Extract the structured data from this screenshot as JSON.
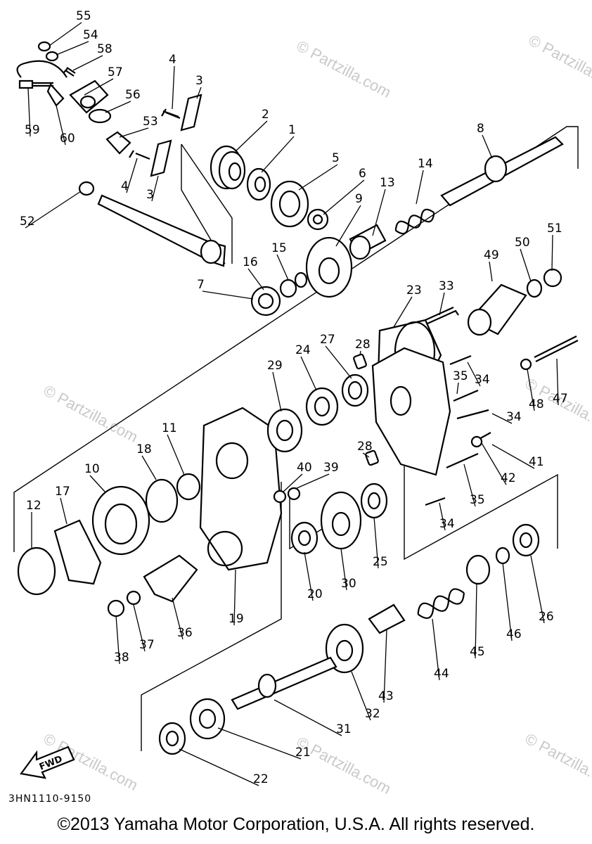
{
  "diagram": {
    "part_numbers": [
      "1",
      "2",
      "3",
      "4",
      "5",
      "6",
      "7",
      "8",
      "9",
      "10",
      "11",
      "12",
      "13",
      "14",
      "15",
      "16",
      "17",
      "18",
      "19",
      "20",
      "21",
      "22",
      "23",
      "24",
      "25",
      "26",
      "27",
      "28",
      "29",
      "30",
      "31",
      "32",
      "33",
      "34",
      "35",
      "36",
      "37",
      "38",
      "39",
      "40",
      "41",
      "42",
      "43",
      "44",
      "45",
      "46",
      "47",
      "48",
      "49",
      "50",
      "51",
      "52",
      "53",
      "54",
      "55",
      "56",
      "57",
      "58",
      "59",
      "60"
    ],
    "labels": [
      {
        "id": "55",
        "text": "55"
      },
      {
        "id": "54",
        "text": "54"
      },
      {
        "id": "58",
        "text": "58"
      },
      {
        "id": "57",
        "text": "57"
      },
      {
        "id": "56",
        "text": "56"
      },
      {
        "id": "53",
        "text": "53"
      },
      {
        "id": "59",
        "text": "59"
      },
      {
        "id": "60",
        "text": "60"
      },
      {
        "id": "4a",
        "text": "4"
      },
      {
        "id": "3a",
        "text": "3"
      },
      {
        "id": "2",
        "text": "2"
      },
      {
        "id": "1",
        "text": "1"
      },
      {
        "id": "8",
        "text": "8"
      },
      {
        "id": "5",
        "text": "5"
      },
      {
        "id": "6",
        "text": "6"
      },
      {
        "id": "14",
        "text": "14"
      },
      {
        "id": "13",
        "text": "13"
      },
      {
        "id": "9",
        "text": "9"
      },
      {
        "id": "4b",
        "text": "4"
      },
      {
        "id": "3b",
        "text": "3"
      },
      {
        "id": "52",
        "text": "52"
      },
      {
        "id": "15",
        "text": "15"
      },
      {
        "id": "16",
        "text": "16"
      },
      {
        "id": "7",
        "text": "7"
      },
      {
        "id": "50",
        "text": "50"
      },
      {
        "id": "51",
        "text": "51"
      },
      {
        "id": "49",
        "text": "49"
      },
      {
        "id": "23",
        "text": "23"
      },
      {
        "id": "33",
        "text": "33"
      },
      {
        "id": "28a",
        "text": "28"
      },
      {
        "id": "27",
        "text": "27"
      },
      {
        "id": "24",
        "text": "24"
      },
      {
        "id": "29",
        "text": "29"
      },
      {
        "id": "34a",
        "text": "34"
      },
      {
        "id": "35a",
        "text": "35"
      },
      {
        "id": "48",
        "text": "48"
      },
      {
        "id": "47",
        "text": "47"
      },
      {
        "id": "34b",
        "text": "34"
      },
      {
        "id": "11",
        "text": "11"
      },
      {
        "id": "18",
        "text": "18"
      },
      {
        "id": "28b",
        "text": "28"
      },
      {
        "id": "40",
        "text": "40"
      },
      {
        "id": "39",
        "text": "39"
      },
      {
        "id": "41",
        "text": "41"
      },
      {
        "id": "42",
        "text": "42"
      },
      {
        "id": "10",
        "text": "10"
      },
      {
        "id": "12",
        "text": "12"
      },
      {
        "id": "17",
        "text": "17"
      },
      {
        "id": "35b",
        "text": "35"
      },
      {
        "id": "34c",
        "text": "34"
      },
      {
        "id": "25",
        "text": "25"
      },
      {
        "id": "20",
        "text": "20"
      },
      {
        "id": "30",
        "text": "30"
      },
      {
        "id": "19",
        "text": "19"
      },
      {
        "id": "26",
        "text": "26"
      },
      {
        "id": "36",
        "text": "36"
      },
      {
        "id": "37",
        "text": "37"
      },
      {
        "id": "38",
        "text": "38"
      },
      {
        "id": "46",
        "text": "46"
      },
      {
        "id": "45",
        "text": "45"
      },
      {
        "id": "44",
        "text": "44"
      },
      {
        "id": "43",
        "text": "43"
      },
      {
        "id": "32",
        "text": "32"
      },
      {
        "id": "31",
        "text": "31"
      },
      {
        "id": "21",
        "text": "21"
      },
      {
        "id": "22",
        "text": "22"
      }
    ],
    "fwd_label": "FWD",
    "drawing_code": "3HN1110-9150",
    "watermark": "© Partzilla.com",
    "copyright": "©2013  Yamaha Motor Corporation, U.S.A. All rights reserved."
  }
}
